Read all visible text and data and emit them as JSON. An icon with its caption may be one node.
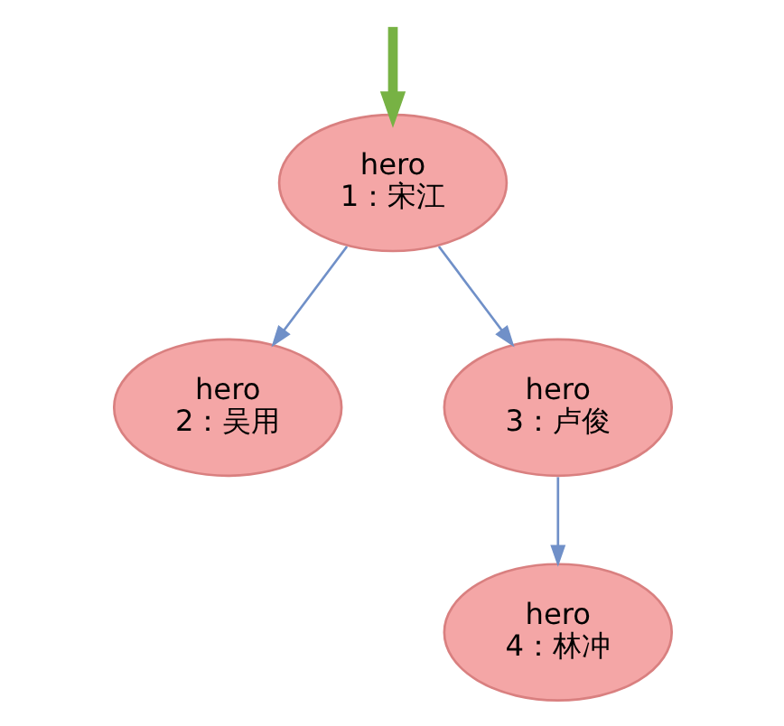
{
  "diagram": {
    "nodes": [
      {
        "text": [
          "hero",
          "1：宋江"
        ]
      },
      {
        "text": [
          "hero",
          "2：吴用"
        ]
      },
      {
        "text": [
          "hero",
          "3：卢俊"
        ]
      },
      {
        "text": [
          "hero",
          "4：林冲"
        ]
      }
    ],
    "edges": [
      {
        "from": null,
        "to": 0,
        "arrow": "to",
        "style": "thick",
        "color": "#77b244"
      },
      {
        "from": 0,
        "to": 1,
        "arrow": "to"
      },
      {
        "from": 0,
        "to": 2,
        "arrow": "to"
      },
      {
        "from": 2,
        "to": 3,
        "arrow": "to"
      }
    ]
  }
}
